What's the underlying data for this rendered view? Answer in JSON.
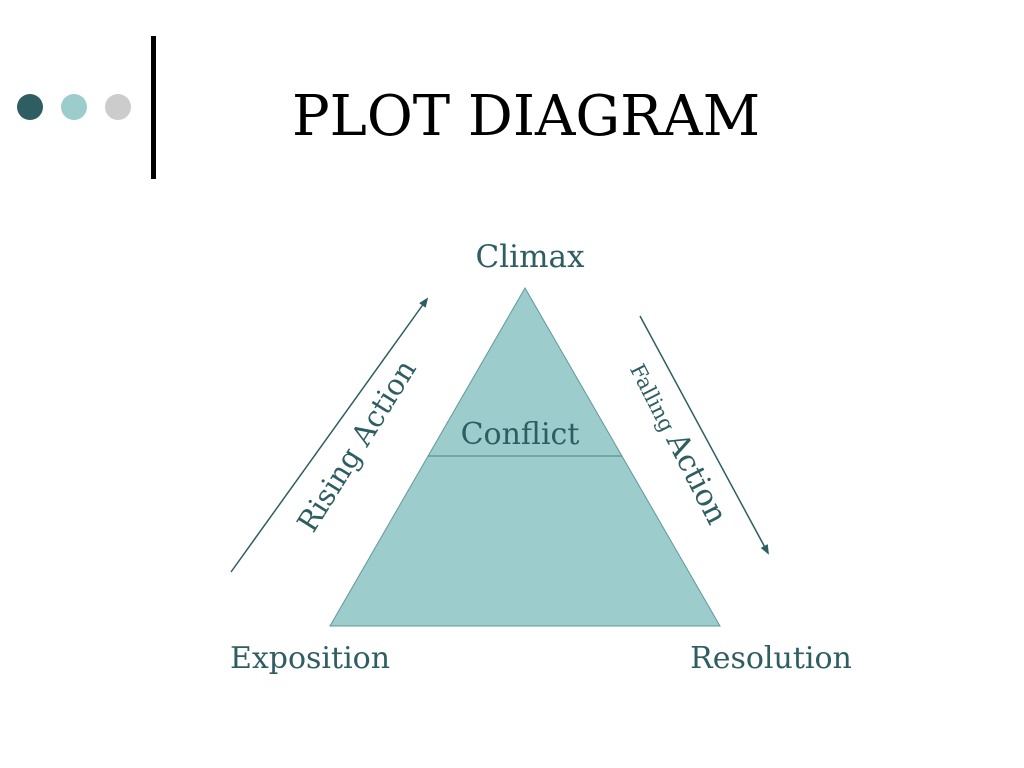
{
  "slide": {
    "title": "PLOT DIAGRAM"
  },
  "decor": {
    "dot_colors": [
      "#2f5e62",
      "#9ccccc",
      "#cccccc"
    ],
    "bar_color": "#000000"
  },
  "diagram": {
    "fill_color": "#9ccccc",
    "line_color": "#2f5e62",
    "text_color": "#2f5e62",
    "labels": {
      "climax": "Climax",
      "conflict": "Conflict",
      "exposition": "Exposition",
      "resolution": "Resolution",
      "rising_action": "Rising Action",
      "falling_word": "Falling",
      "action_word": "Action"
    }
  }
}
